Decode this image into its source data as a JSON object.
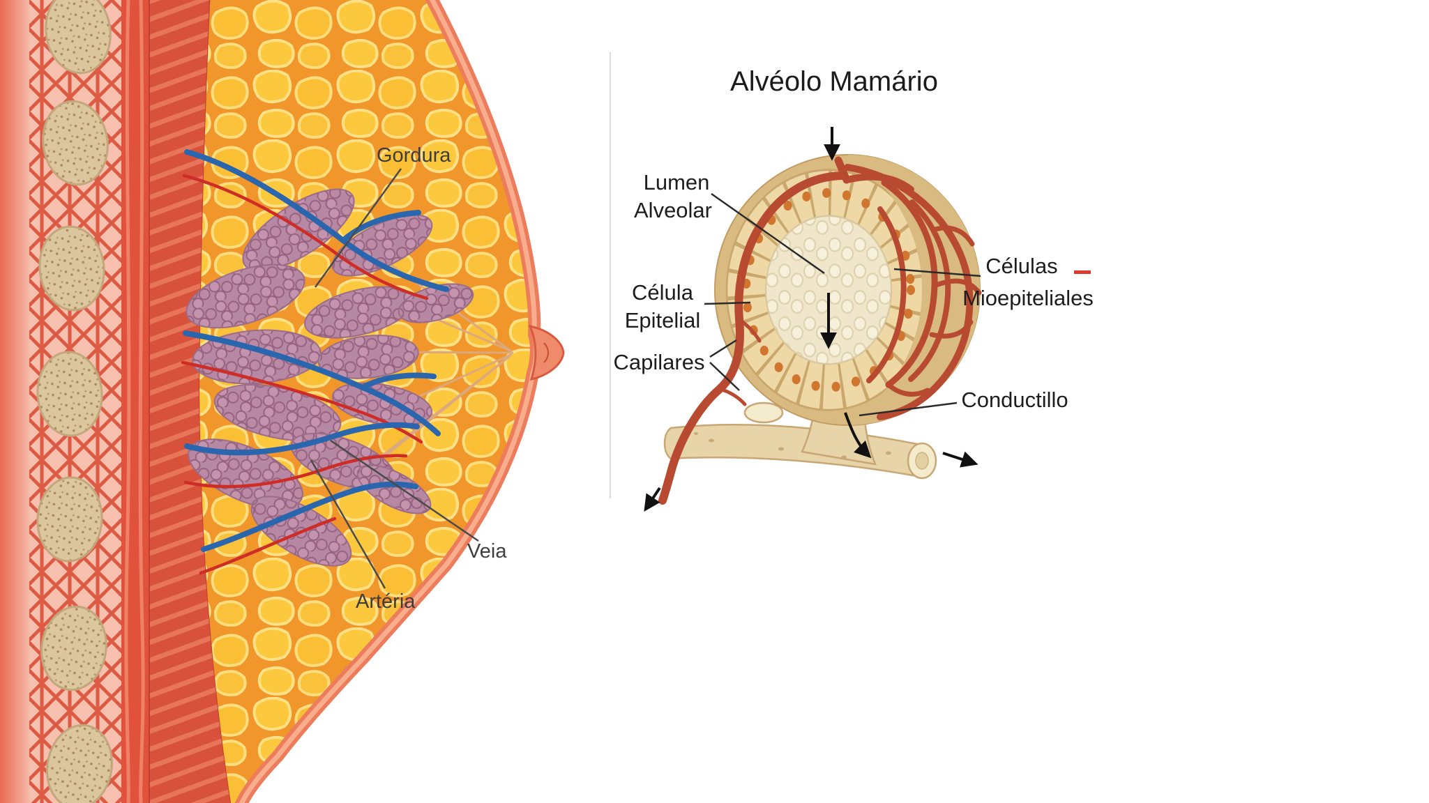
{
  "figure_left": {
    "name": "breast-anatomy-cross-section",
    "labels": {
      "gordura": "Gordura",
      "veia": "Veia",
      "arteria": "Artéria"
    }
  },
  "figure_right": {
    "title": "Alvéolo Mamário",
    "labels": {
      "lumen_line1": "Lumen",
      "lumen_line2": "Alveolar",
      "celula_line1": "Célula",
      "celula_line2": "Epitelial",
      "capilares": "Capilares",
      "mio_line1": "Células",
      "mio_line2": "Mioepiteliales",
      "conductillo": "Conductillo"
    }
  },
  "palette": {
    "skin": "#ec7c5c",
    "skin_highlight": "#f8ad8c",
    "fat_yellow": "#fcc93e",
    "fat_orange": "#f0962a",
    "gland_pink": "#bc8fa6",
    "gland_outline": "#95627f",
    "muscle_red": "#d8513a",
    "rib_beige": "#dcc69e",
    "vein_blue": "#2a66ae",
    "artery_red": "#cd2d26",
    "alveolus_tan": "#d9bb82",
    "epithelium": "#eed9a6",
    "nucleus_orange": "#d0762f",
    "lumen_cream": "#efe6cb",
    "capillary_red": "#b84a31",
    "duct_beige": "#e8d4a9",
    "label_color": "#1d1d1d",
    "red_mark": "#e0392e"
  }
}
